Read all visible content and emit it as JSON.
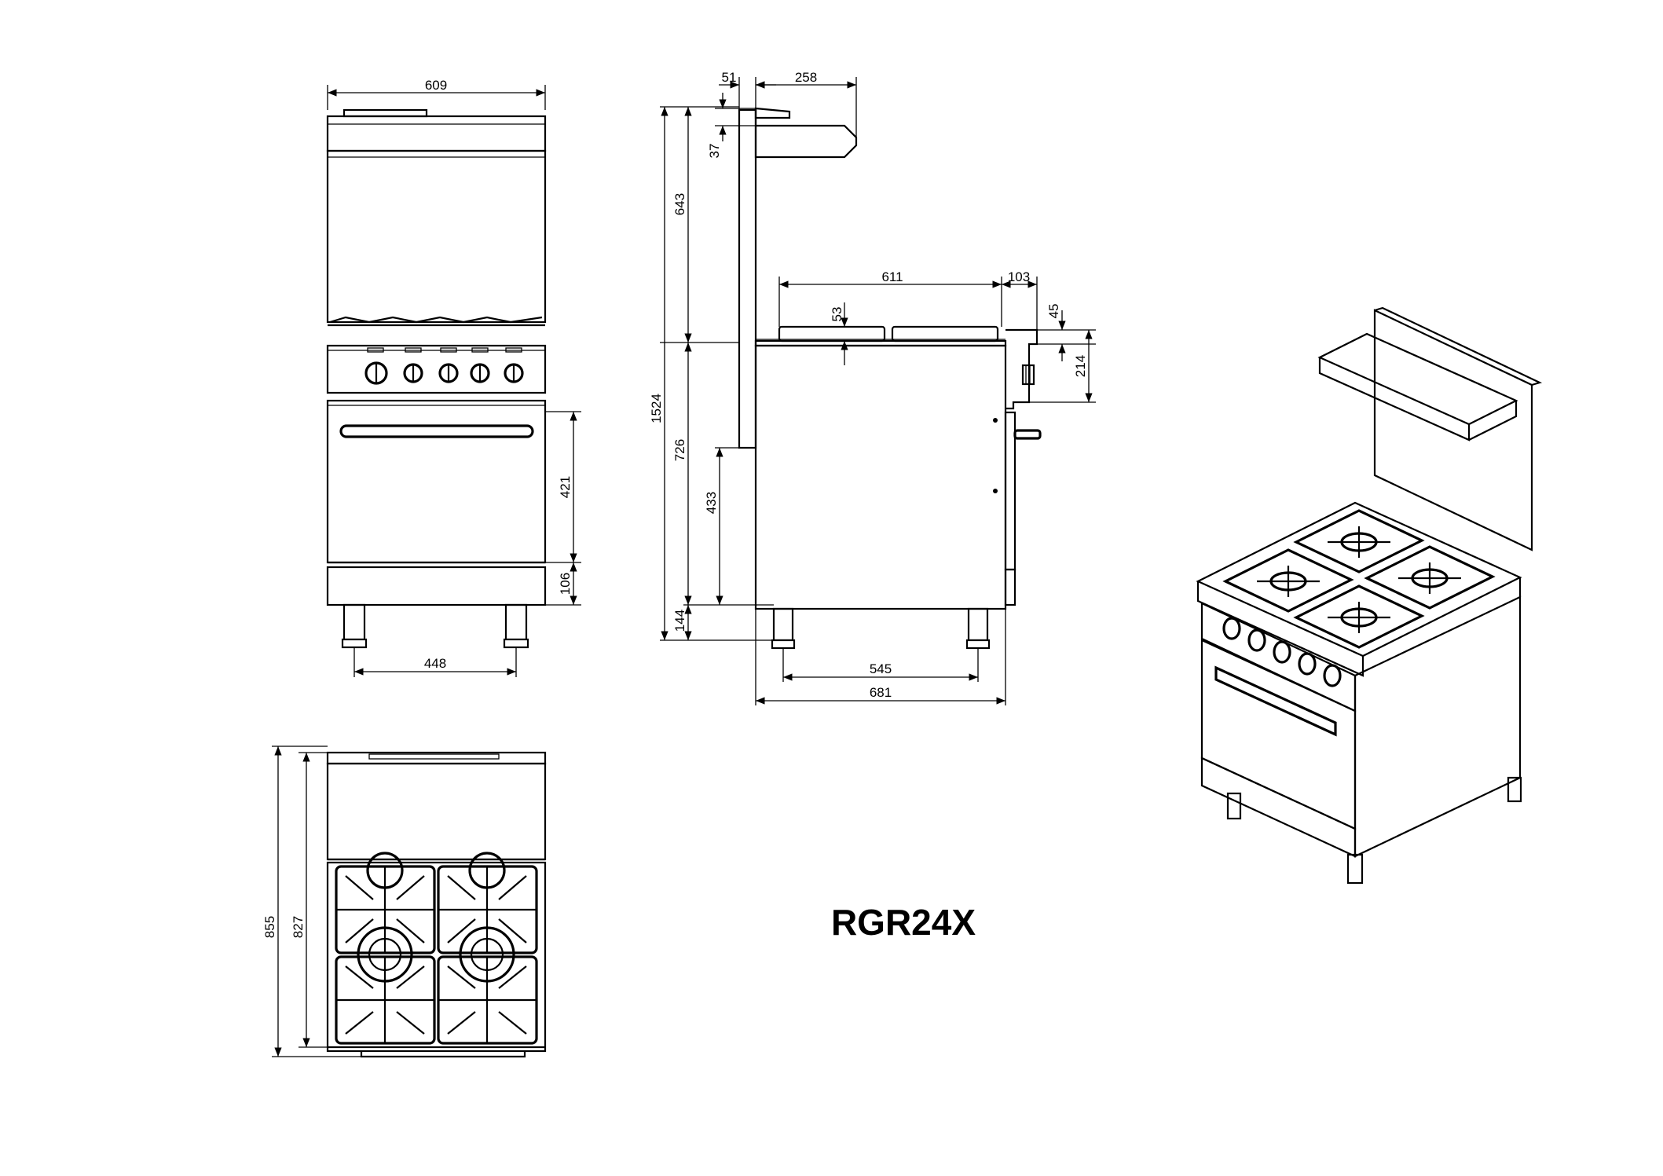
{
  "model": "RGR24X",
  "front_view": {
    "width_label": "609",
    "door_height_label": "421",
    "kick_height_label": "106",
    "leg_spacing_label": "448"
  },
  "side_view": {
    "shelf_offset_label": "51",
    "shelf_depth_label": "258",
    "shelf_thickness_label": "37",
    "backguard_height_label": "643",
    "total_height_label": "1524",
    "body_height_label": "726",
    "oven_height_label": "433",
    "leg_height_label": "144",
    "top_depth_label": "611",
    "rail_depth_label": "103",
    "grate_height_label": "53",
    "rail_height_label": "45",
    "panel_height_label": "214",
    "leg_depth_label": "545",
    "overall_depth_label": "681"
  },
  "top_view": {
    "overall_depth_label": "855",
    "body_depth_label": "827"
  }
}
